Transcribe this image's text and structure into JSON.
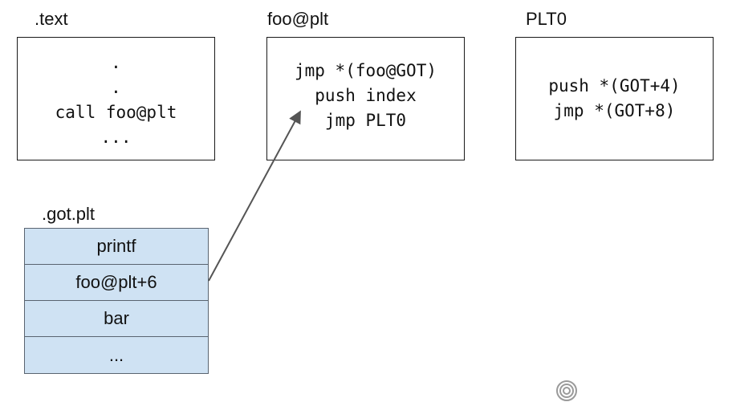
{
  "sections": {
    "text": {
      "label": ".text",
      "lines": [
        ".",
        ".",
        "call foo@plt",
        "..."
      ]
    },
    "foo_plt": {
      "label": "foo@plt",
      "lines": [
        "jmp *(foo@GOT)",
        "push index",
        "jmp PLT0"
      ]
    },
    "plt0": {
      "label": "PLT0",
      "lines": [
        "push *(GOT+4)",
        "jmp *(GOT+8)"
      ]
    },
    "got_plt": {
      "label": ".got.plt",
      "entries": [
        "printf",
        "foo@plt+6",
        "bar",
        "..."
      ]
    }
  },
  "arrow": {
    "from": "got_plt.entries.1",
    "to": "foo_plt.lines.1",
    "color": "#555555"
  },
  "colors": {
    "got_fill": "#cfe2f3",
    "got_border": "#5a6470",
    "box_border": "#1a1a1a"
  }
}
